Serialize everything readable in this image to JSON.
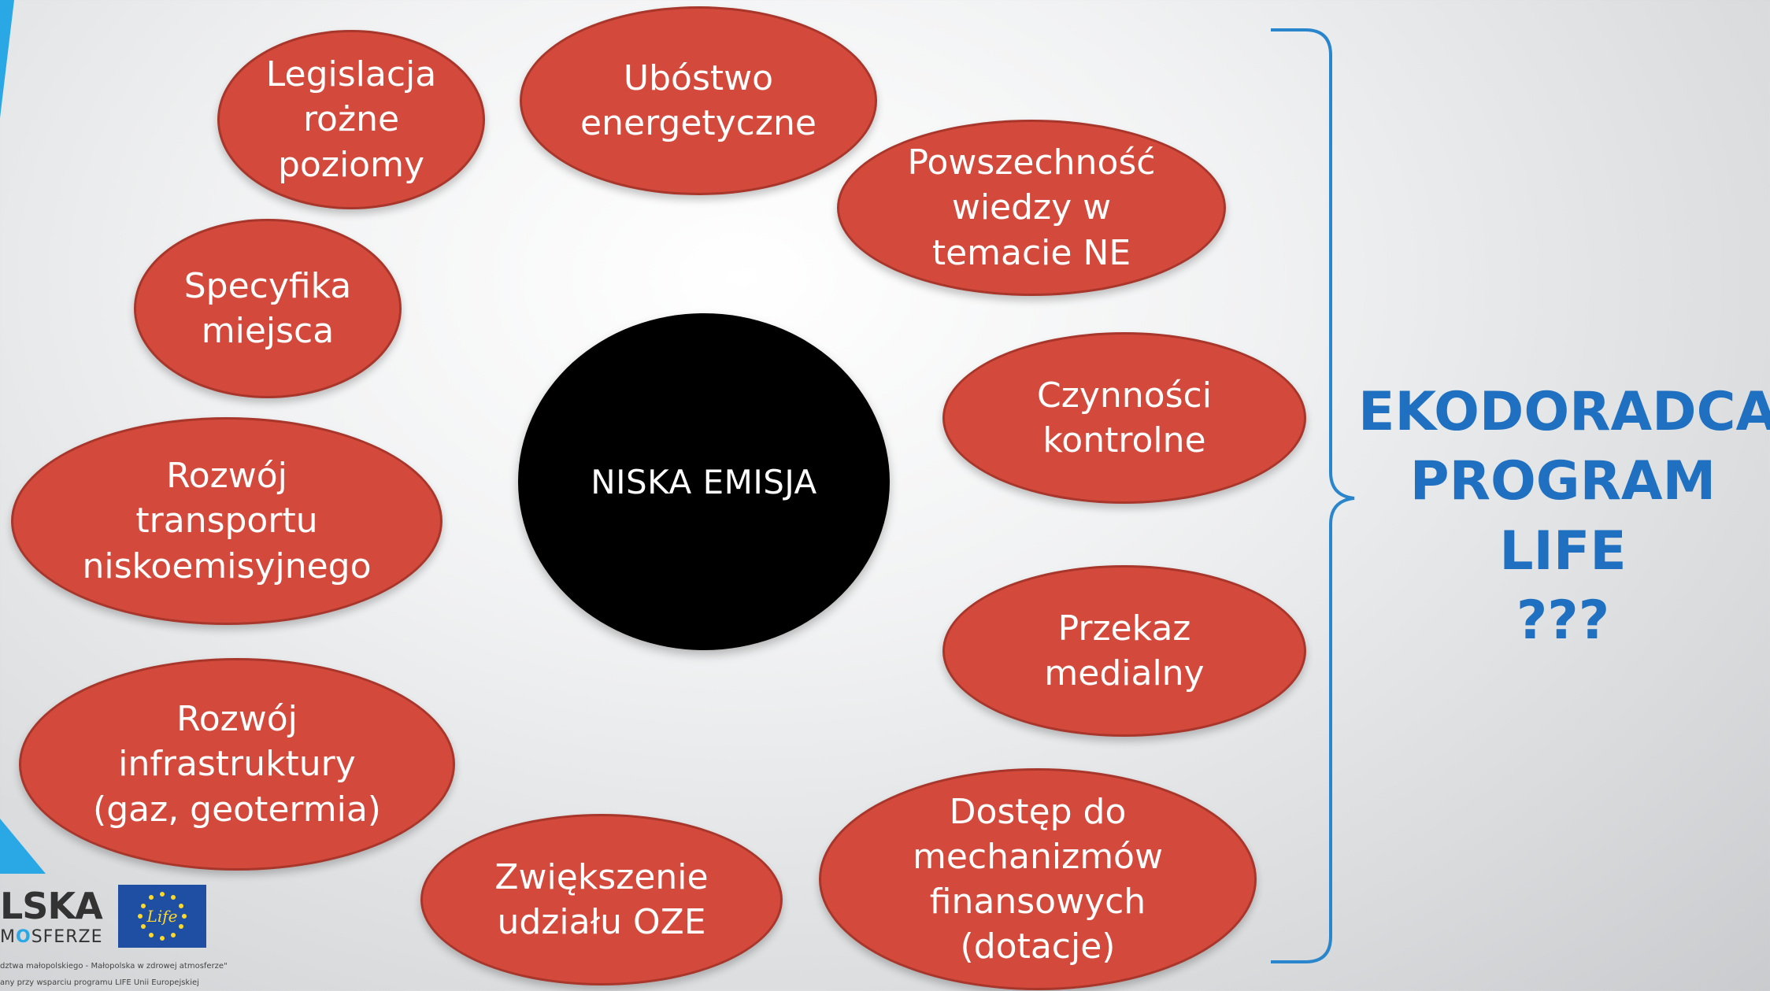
{
  "diagram": {
    "center": "NISKA EMISJA",
    "nodes": [
      {
        "id": "legislacja",
        "text": "Legislacja\nrożne\npoziomy"
      },
      {
        "id": "ubostwo",
        "text": "Ubóstwo\nenergetyczne"
      },
      {
        "id": "powszechnosc",
        "text": "Powszechność\nwiedzy w\ntemacie NE"
      },
      {
        "id": "specyfika",
        "text": "Specyfika\nmiejsca"
      },
      {
        "id": "czynnosci",
        "text": "Czynności\nkontrolne"
      },
      {
        "id": "transport",
        "text": "Rozwój\ntransportu\nniskoemisyjnego"
      },
      {
        "id": "przekaz",
        "text": "Przekaz\nmedialny"
      },
      {
        "id": "infrastruktura",
        "text": "Rozwój\ninfrastruktury\n(gaz, geotermia)"
      },
      {
        "id": "oze",
        "text": "Zwiększenie\nudziału OZE"
      },
      {
        "id": "dostep",
        "text": "Dostęp do\nmechanizmów\nfinansowych\n(dotacje)"
      }
    ],
    "conclusion": [
      "EKODORADCA",
      "PROGRAM",
      "LIFE",
      "???"
    ]
  },
  "colors": {
    "node_fill": "#d34a3c",
    "center_fill": "#000000",
    "accent": "#2aa8e6",
    "conclusion_text": "#1f70c1"
  },
  "footer": {
    "logo_main": "LSKA",
    "logo_sub_pre": "M",
    "logo_sub_o": "O",
    "logo_sub_post": "SFERZE",
    "eu_flag_text": "Life",
    "line1": "dztwa małopolskiego - Małopolska w zdrowej atmosferze\"",
    "line2": "any przy wsparciu programu LIFE Unii Europejskiej"
  }
}
